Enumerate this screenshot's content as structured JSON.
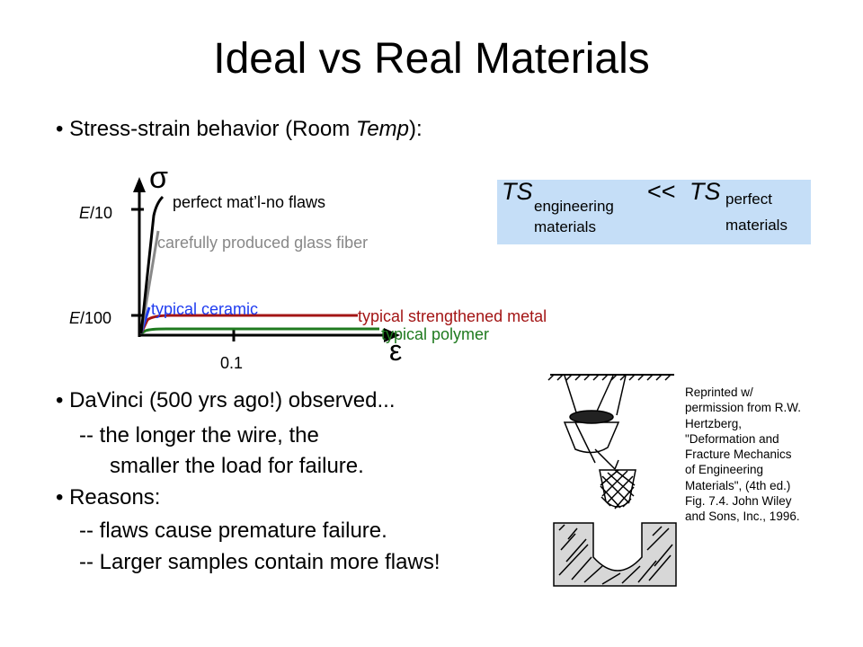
{
  "title": "Ideal vs Real Materials",
  "bullet1": {
    "bullet": "•",
    "text_before": "Stress-strain behavior (Room ",
    "text_italic": "Temp",
    "text_after": "):"
  },
  "chart": {
    "y_symbol": "σ",
    "x_symbol": "ε",
    "y_tick_high": {
      "var": "E",
      "rest": "/10"
    },
    "y_tick_low": {
      "var": "E",
      "rest": "/100"
    },
    "x_tick": "0.1",
    "labels": {
      "perfect": "perfect mat’l-no flaws",
      "glass": "carefully produced glass fiber",
      "ceramic": "typical ceramic",
      "metal": "typical strengthened metal",
      "polymer": "typical polymer"
    },
    "colors": {
      "perfect": "#000000",
      "glass": "#888888",
      "ceramic": "#1f3cf0",
      "metal": "#a31515",
      "polymer": "#1f7a1f"
    }
  },
  "ts_box": {
    "ts1": "TS",
    "sub1_line1": "engineering",
    "sub1_line2": "materials",
    "op": "<<",
    "ts2": "TS",
    "sub2_line1": "perfect",
    "sub2_line2": "materials"
  },
  "davinci": {
    "bullet": "•",
    "line1": "DaVinci (500 yrs ago!) observed...",
    "line2": "-- the longer the wire, the",
    "line3": "smaller the load for failure."
  },
  "reasons": {
    "bullet": "•",
    "head": "Reasons:",
    "item1": "-- flaws cause premature failure.",
    "item2": "-- Larger samples contain more flaws!"
  },
  "credit": {
    "l1": "Reprinted w/",
    "l2": "permission from R.W.",
    "l3": "Hertzberg,",
    "l4": "\"Deformation and",
    "l5": "Fracture Mechanics",
    "l6": "of Engineering",
    "l7": "Materials\", (4th ed.)",
    "l8": "Fig. 7.4.  John Wiley",
    "l9": "and Sons, Inc., 1996."
  },
  "illustration": {
    "icon": "davinci-wire-test-drawing"
  }
}
